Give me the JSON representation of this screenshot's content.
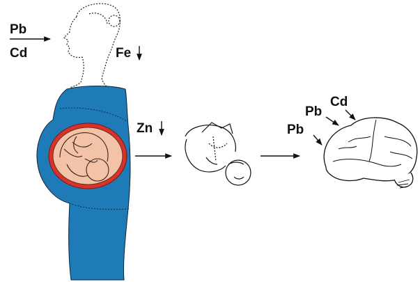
{
  "labels": {
    "mother_metal_1": "Pb",
    "mother_metal_2": "Cd",
    "mother_deficiency": "Fe",
    "fetus_deficiency": "Zn",
    "brain_metal_1": "Cd",
    "brain_metal_2": "Pb",
    "brain_metal_3": "Pb"
  },
  "colors": {
    "body": "#1f7ab8",
    "uterus": "#d8332a",
    "fetus_skin": "#f3c3a8",
    "ink": "#111111"
  }
}
